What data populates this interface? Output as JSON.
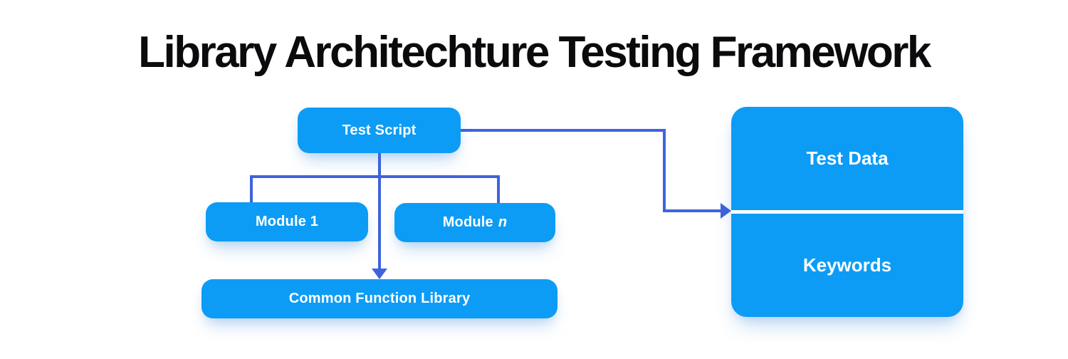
{
  "title": "Library Architechture Testing Framework",
  "colors": {
    "box_fill": "#0D9CF5",
    "connector": "#3F63DE",
    "title_color": "#0B0B0D",
    "label_color": "#FFFFFF",
    "panel_divider": "#FFFFFF"
  },
  "nodes": {
    "test_script": {
      "label": "Test Script"
    },
    "module_1": {
      "label": "Module 1"
    },
    "module_n": {
      "label_prefix": "Module",
      "label_italic": "n"
    },
    "common_function_library": {
      "label": "Common Function Library"
    },
    "data_panel": {
      "top_label": "Test Data",
      "bottom_label": "Keywords"
    }
  },
  "connections": {
    "test_script_to_modules": "Test Script branches to Module 1 and Module n",
    "test_script_to_cfl": "Test Script arrow down to Common Function Library",
    "test_script_to_data_panel": "Test Script arrow right into Test Data / Keywords divider"
  }
}
